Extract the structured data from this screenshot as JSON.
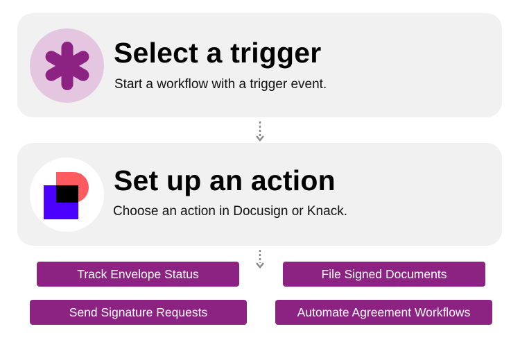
{
  "trigger": {
    "title": "Select a trigger",
    "subtitle": "Start a workflow with a trigger event.",
    "icon": "asterisk-icon",
    "icon_color": "#8c2382",
    "icon_bg": "#e5c6e0"
  },
  "action": {
    "title": "Set up an action",
    "subtitle": "Choose an action in Docusign or Knack.",
    "icon": "docusign-logo",
    "logo_colors": [
      "#ff5a5f",
      "#4c00ff",
      "#000000"
    ]
  },
  "actions": [
    {
      "label": "Track Envelope Status"
    },
    {
      "label": "File Signed Documents"
    },
    {
      "label": "Send Signature Requests"
    },
    {
      "label": "Automate Agreement Workflows"
    }
  ],
  "colors": {
    "card_bg": "#f1f1f1",
    "pill_bg": "#8c2382",
    "pill_text": "#ffffff",
    "connector": "#8a8a8a"
  }
}
